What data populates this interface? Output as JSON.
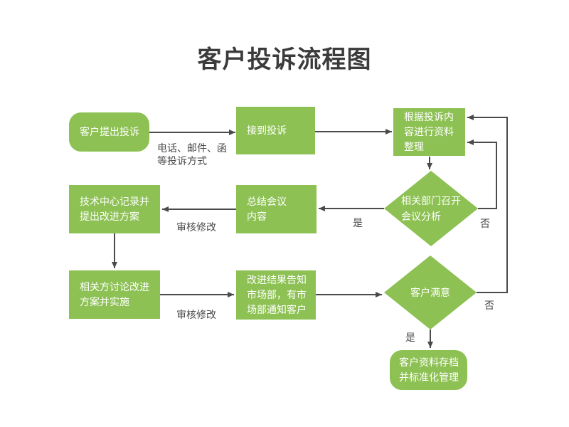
{
  "title": "客户投诉流程图",
  "colors": {
    "node_green": "#8dc153",
    "node_text": "#ffffff",
    "arrow": "#4a4a4a",
    "label_text": "#4a4a4a",
    "title_text": "#3b3b3b"
  },
  "nodes": {
    "start": {
      "lines": [
        "客户提出投诉"
      ]
    },
    "receive": {
      "lines": [
        "接到投诉"
      ]
    },
    "organize": {
      "lines": [
        "根据投诉内",
        "容进行资料",
        "整理"
      ]
    },
    "meeting": {
      "lines": [
        "相关部门召开",
        "会议分析"
      ]
    },
    "summary": {
      "lines": [
        "总结会议",
        "内容"
      ]
    },
    "record": {
      "lines": [
        "技术中心记录并",
        "提出改进方案"
      ]
    },
    "discuss": {
      "lines": [
        "相关方讨论改进",
        "方案并实施"
      ]
    },
    "notify": {
      "lines": [
        "改进结果告知",
        "市场部，有市",
        "场部通知客户"
      ]
    },
    "satisfied": {
      "lines": [
        "客户满意"
      ]
    },
    "archive": {
      "lines": [
        "客户资料存档",
        "并标准化管理"
      ]
    }
  },
  "labels": {
    "methods": [
      "电话、邮件、函",
      "等投诉方式"
    ],
    "yes1": "是",
    "no1": "否",
    "review1": "审核修改",
    "review2": "审核修改",
    "yes2": "是",
    "no2": "否"
  }
}
